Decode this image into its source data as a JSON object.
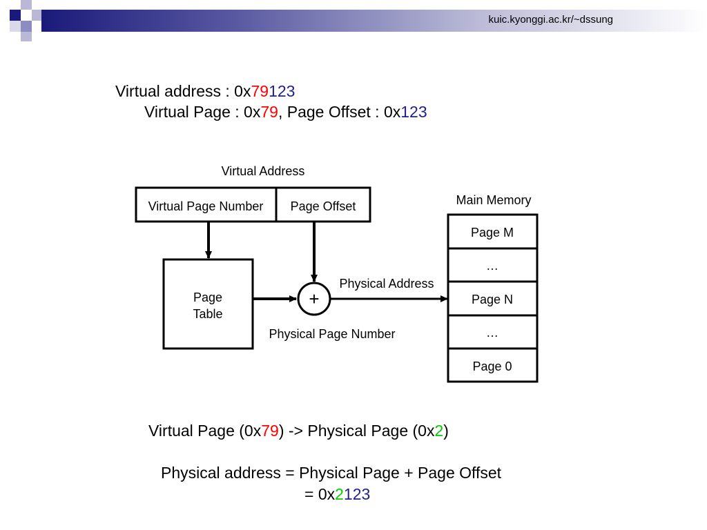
{
  "header": {
    "url": "kuic.kyonggi.ac.kr/~dssung"
  },
  "intro": {
    "va_label": "Virtual address : 0x",
    "va_red": "79",
    "va_blue": "123",
    "vp_label": "Virtual Page : 0x",
    "vp_red": "79",
    "po_label": ",  Page Offset : 0x",
    "po_blue": "123"
  },
  "diagram": {
    "virtual_address_title": "Virtual Address",
    "vpn_box": "Virtual Page Number",
    "offset_box": "Page Offset",
    "page_table_line1": "Page",
    "page_table_line2": "Table",
    "plus": "+",
    "physical_address_label": "Physical Address",
    "physical_page_number_label": "Physical Page Number",
    "main_memory_title": "Main Memory",
    "memory_cells": [
      "Page M",
      "…",
      "Page N",
      "…",
      "Page 0"
    ]
  },
  "summary": {
    "map_a": "Virtual Page (0x",
    "map_red": "79",
    "map_b": ") -> Physical Page (0x",
    "map_green": "2",
    "map_c": ")",
    "formula": "Physical address = Physical Page + Page Offset",
    "result_a": "= 0x",
    "result_green": "2",
    "result_blue": "123"
  },
  "colors": {
    "vpn": "#ff0000",
    "offset": "#1f1f8f",
    "ppn": "#00cc00",
    "header_dark": "#1a1a7a"
  }
}
